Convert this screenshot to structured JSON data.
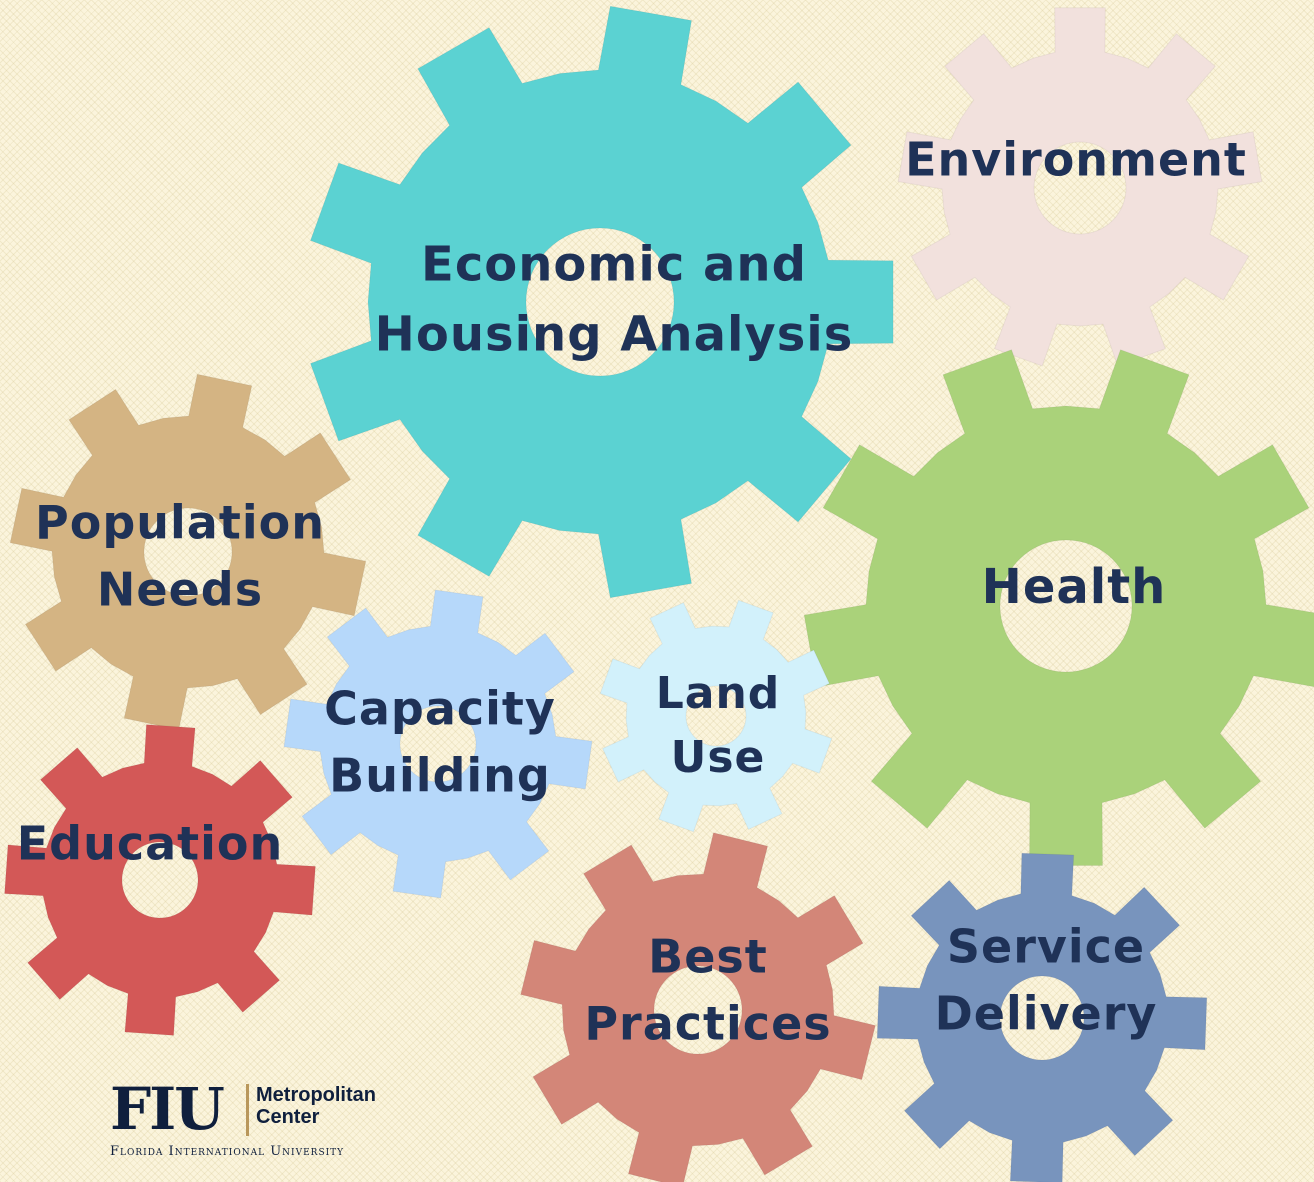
{
  "gears": [
    {
      "id": "economic",
      "lines": [
        "Economic and",
        "Housing Analysis"
      ],
      "color": "#5bd2d2"
    },
    {
      "id": "environment",
      "lines": [
        "Environment"
      ],
      "color": "#f2e1dd"
    },
    {
      "id": "health",
      "lines": [
        "Health"
      ],
      "color": "#aad27a"
    },
    {
      "id": "population",
      "lines": [
        "Population",
        "Needs"
      ],
      "color": "#d4b483"
    },
    {
      "id": "capacity",
      "lines": [
        "Capacity",
        "Building"
      ],
      "color": "#b6d8fa"
    },
    {
      "id": "landuse",
      "lines": [
        "Land",
        "Use"
      ],
      "color": "#d2f1fb"
    },
    {
      "id": "education",
      "lines": [
        "Education"
      ],
      "color": "#d35857"
    },
    {
      "id": "best",
      "lines": [
        "Best",
        "Practices"
      ],
      "color": "#d38678"
    },
    {
      "id": "service",
      "lines": [
        "Service",
        "Delivery"
      ],
      "color": "#7894bd"
    }
  ],
  "logo": {
    "mark": "FIU",
    "name_line1": "Metropolitan",
    "name_line2": "Center",
    "university": "Florida International University"
  },
  "colors": {
    "label_text": "#1f3257",
    "background": "#fbf4dc"
  }
}
